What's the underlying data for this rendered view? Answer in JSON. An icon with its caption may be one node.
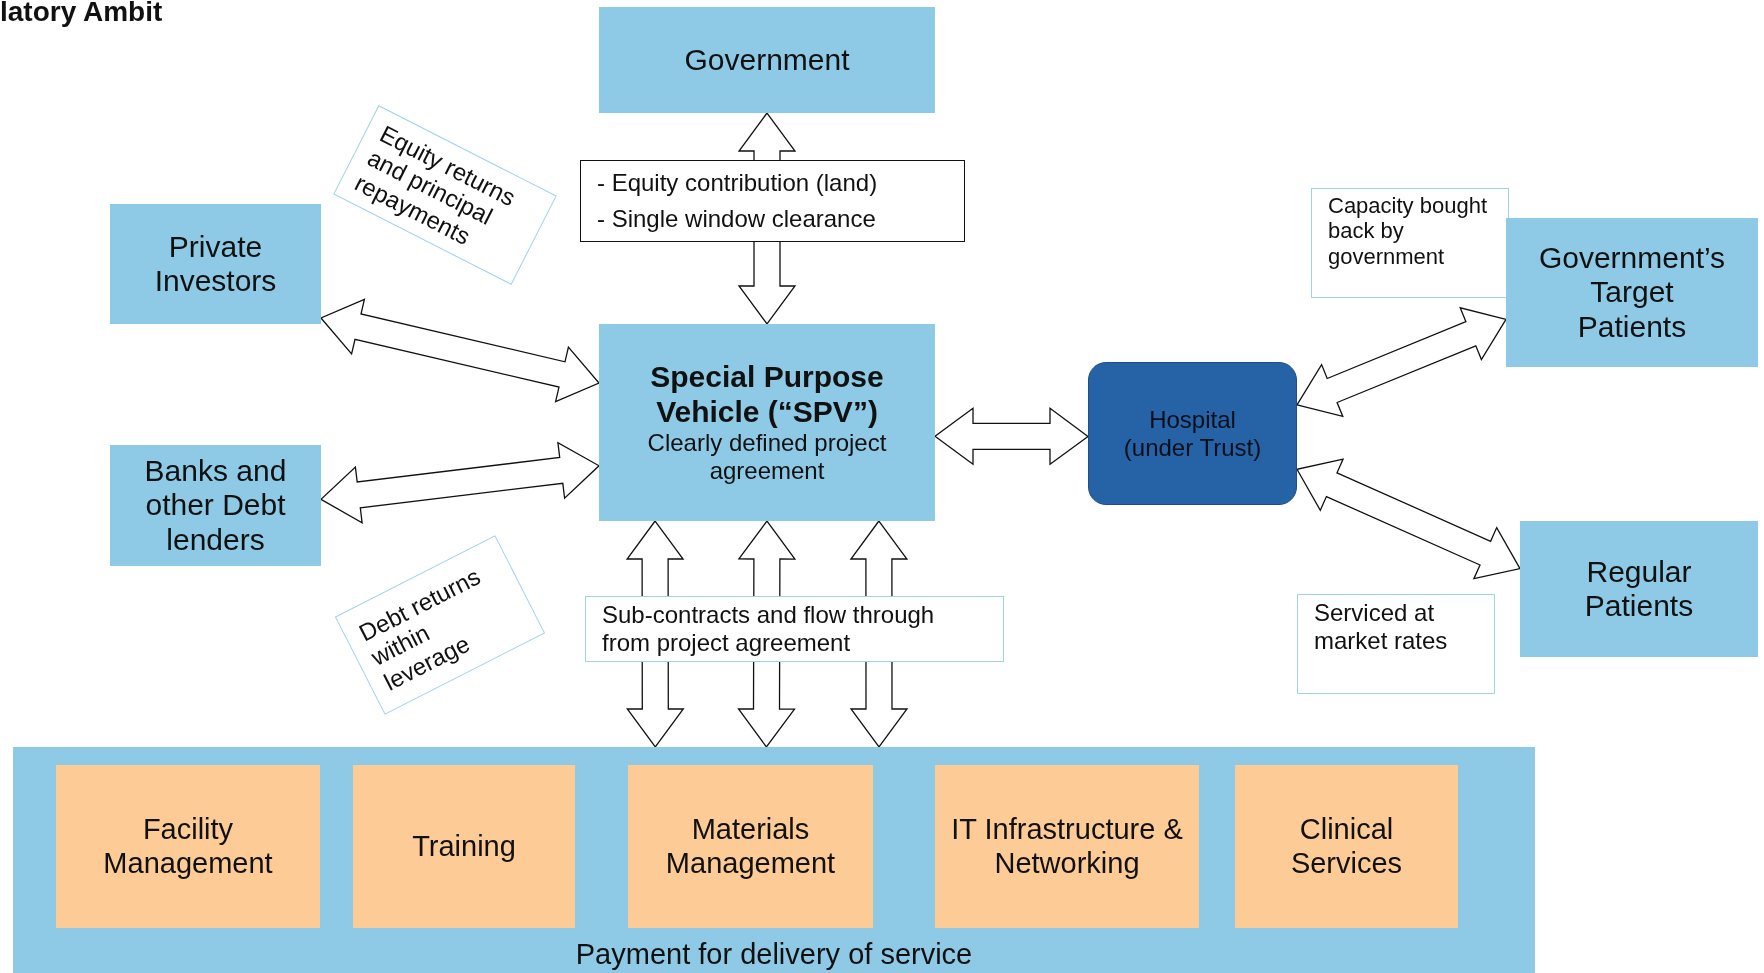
{
  "diagram": {
    "title": "latory Ambit",
    "nodes": [
      {
        "text": [
          "Government"
        ]
      },
      {
        "text": [
          "- Equity contribution (land)",
          "- Single window clearance"
        ]
      },
      {
        "text": [
          "Private Investors"
        ]
      },
      {
        "text": [
          "Equity returns and principal repayments"
        ]
      },
      {
        "text": [
          "Capacity bought back by government"
        ]
      },
      {
        "text": [
          "Government’s Target Patients"
        ]
      },
      {
        "text": [
          "Special Purpose Vehicle (“SPV”)",
          "Clearly defined project agreement"
        ]
      },
      {
        "text": [
          "Hospital (under Trust)"
        ]
      },
      {
        "text": [
          "Banks and other Debt lenders"
        ]
      },
      {
        "text": [
          "Regular Patients"
        ]
      },
      {
        "text": [
          "Debt returns within leverage"
        ]
      },
      {
        "text": [
          "Serviced at market rates"
        ]
      },
      {
        "text": [
          "Sub-contracts and flow through from project agreement"
        ]
      },
      {
        "text": [
          "Payment for delivery of service"
        ]
      },
      {
        "text": [
          "Facility Management"
        ],
        "in": 13
      },
      {
        "text": [
          "Training"
        ],
        "in": 13
      },
      {
        "text": [
          "Materials Management"
        ],
        "in": 13
      },
      {
        "text": [
          "IT Infrastructure & Networking"
        ],
        "in": 13
      },
      {
        "text": [
          "Clinical Services"
        ],
        "in": 13
      }
    ],
    "edges": [
      {
        "from": 0,
        "to": 6,
        "arrow": "both"
      },
      {
        "from": 2,
        "to": 6,
        "arrow": "both"
      },
      {
        "from": 8,
        "to": 6,
        "arrow": "both"
      },
      {
        "from": 6,
        "to": 7,
        "arrow": "both"
      },
      {
        "from": 7,
        "to": 5,
        "arrow": "both"
      },
      {
        "from": 7,
        "to": 9,
        "arrow": "both"
      },
      {
        "from": 6,
        "to": 13,
        "arrow": "both"
      },
      {
        "from": 6,
        "to": 13,
        "arrow": "both"
      },
      {
        "from": 6,
        "to": 13,
        "arrow": "both"
      }
    ]
  }
}
